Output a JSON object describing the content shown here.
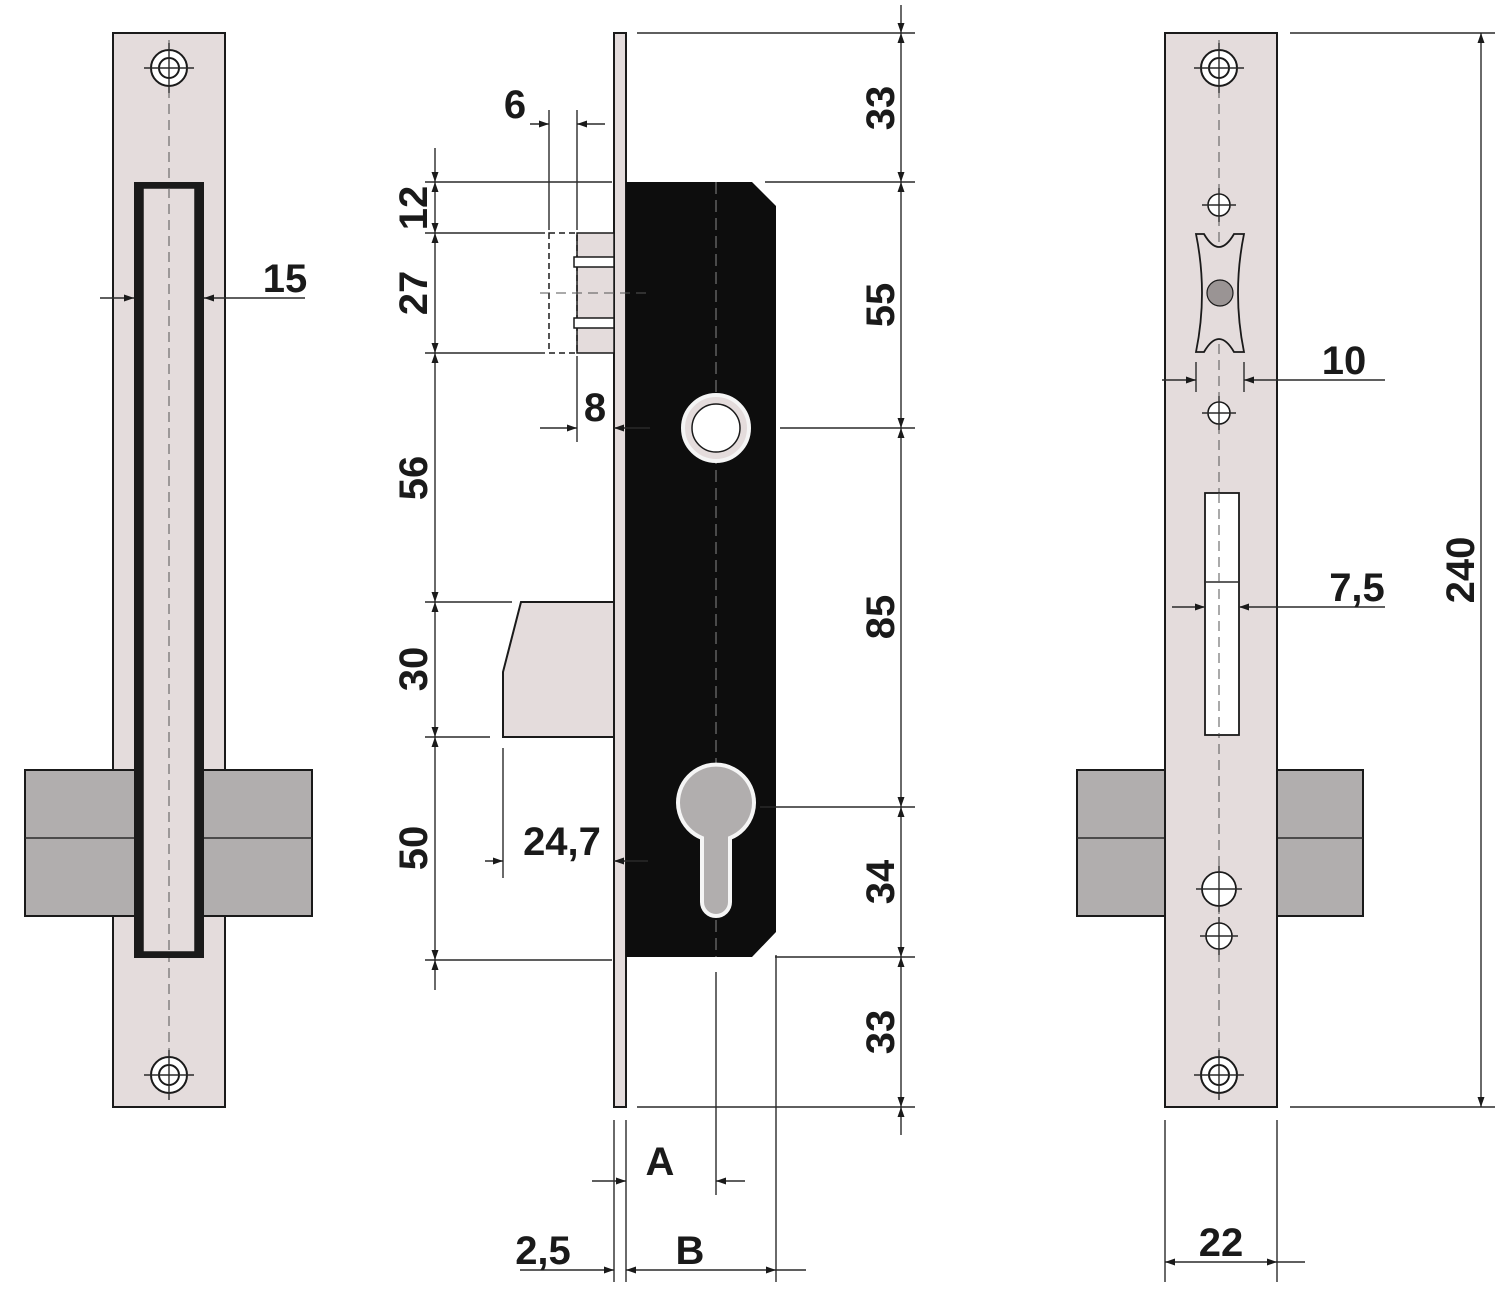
{
  "colors": {
    "plate": "#e4dcdc",
    "cylinder": "#b1aeae",
    "case": "#0d0d0d",
    "line": "#1a1a1a"
  },
  "front_view": {
    "dim_slot_width": "15"
  },
  "side_view": {
    "dim_latch_offset": "6",
    "dim_top_to_latch": "12",
    "dim_latch_height": "27",
    "dim_latch_depth": "8",
    "dim_latch_to_bolt": "56",
    "dim_bolt_height": "30",
    "dim_bolt_to_bottom": "50",
    "dim_bolt_throw": "24,7",
    "dim_plate_top": "33",
    "dim_case_top": "55",
    "dim_handle_to_cylinder": "85",
    "dim_cylinder_to_bottom": "34",
    "dim_plate_bottom": "33",
    "label_a": "A",
    "label_b": "B",
    "dim_plate_thickness": "2,5"
  },
  "faceplate_view": {
    "dim_latch_slot": "10",
    "dim_bolt_slot": "7,5",
    "dim_total_height": "240",
    "dim_plate_width": "22"
  }
}
